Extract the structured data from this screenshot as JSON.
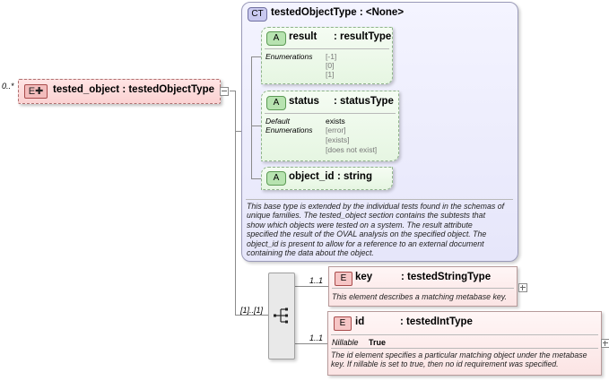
{
  "root": {
    "occurrence": "0..*",
    "badge": "E",
    "label": "tested_object : testedObjectType"
  },
  "complex_type": {
    "badge": "CT",
    "title": "testedObjectType : <None>",
    "attributes": [
      {
        "badge": "A",
        "name": "result",
        "type": ": resultType",
        "facets": [
          {
            "label": "Enumerations",
            "values": [
              "[-1]",
              "[0]",
              "[1]"
            ]
          }
        ]
      },
      {
        "badge": "A",
        "name": "status",
        "type": ": statusType",
        "facets": [
          {
            "label": "Default",
            "values": [
              "exists"
            ]
          },
          {
            "label": "Enumerations",
            "values": [
              "[error]",
              "[exists]",
              "[does not exist]"
            ]
          }
        ]
      },
      {
        "badge": "A",
        "name": "object_id",
        "type": ": string",
        "facets": []
      }
    ],
    "documentation": "This base type is extended by the individual tests found in the schemas of\nunique families.  The tested_object section contains the subtests that\nshow which objects were tested on a system. The result attribute\nspecified the result of the OVAL analysis on the specified object. The\nobject_id is present to allow for a reference to an external document\ncontaining the data about the object."
  },
  "sequence": {
    "occurrence": "[1]..[1]"
  },
  "children": [
    {
      "occurrence": "1..1",
      "badge": "E",
      "name": "key",
      "type": ": testedStringType",
      "documentation": "This element describes a matching metabase key."
    },
    {
      "occurrence": "1..1",
      "badge": "E",
      "name": "id",
      "type": ": testedIntType",
      "nillable_label": "Nillable",
      "nillable_value": "True",
      "documentation": "The id element specifies a particular matching object under the metabase\nkey.  If nillable is set to true, then no id requirement was specified."
    }
  ]
}
